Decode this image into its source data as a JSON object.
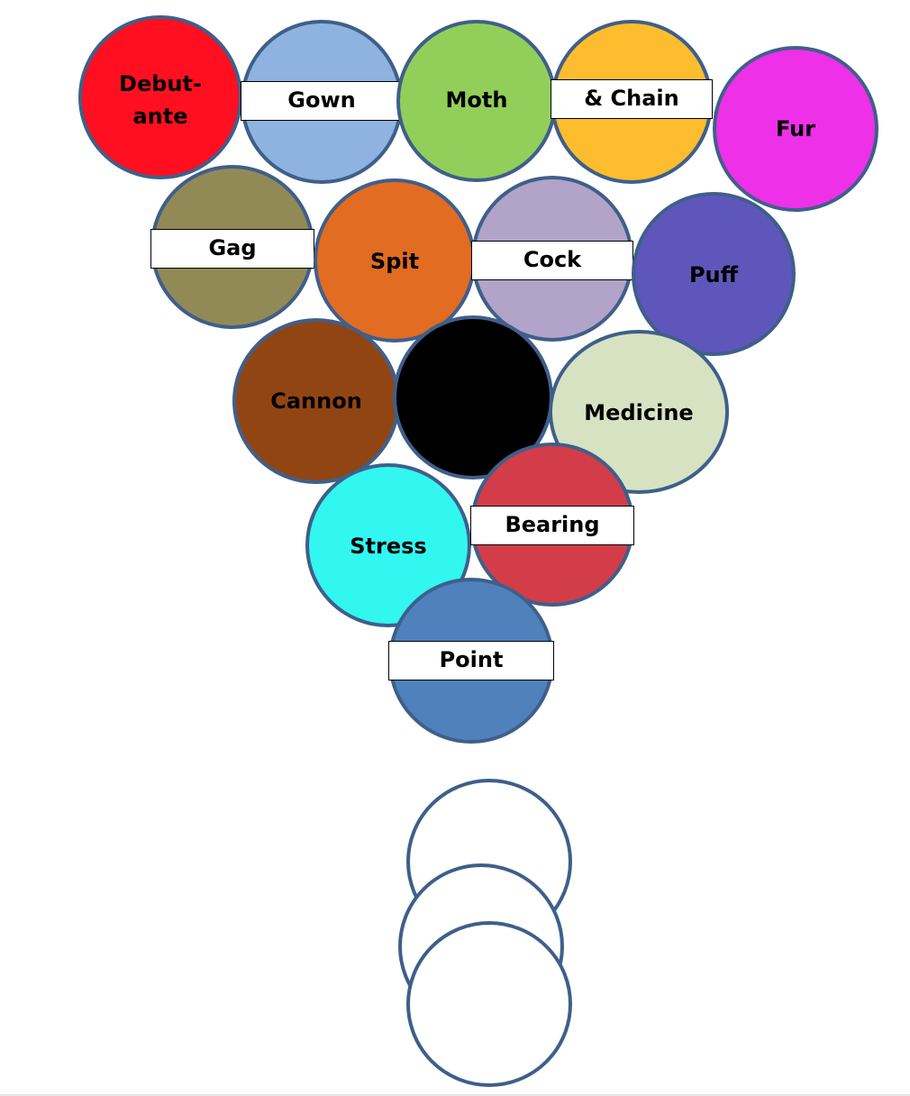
{
  "balls": [
    {
      "id": "debutante",
      "label": "Debut-\nante",
      "color": "#ff0f1f",
      "style": "plain"
    },
    {
      "id": "gown",
      "label": "Gown",
      "color": "#8eb3e0",
      "style": "band"
    },
    {
      "id": "moth",
      "label": "Moth",
      "color": "#92cf5a",
      "style": "plain"
    },
    {
      "id": "chain",
      "label": "& Chain",
      "color": "#fdbd2e",
      "style": "band"
    },
    {
      "id": "fur",
      "label": "Fur",
      "color": "#ee30e8",
      "style": "plain"
    },
    {
      "id": "gag",
      "label": "Gag",
      "color": "#928a56",
      "style": "band"
    },
    {
      "id": "spit",
      "label": "Spit",
      "color": "#e16c22",
      "style": "plain"
    },
    {
      "id": "cock",
      "label": "Cock",
      "color": "#b2a3c8",
      "style": "band"
    },
    {
      "id": "puff",
      "label": "Puff",
      "color": "#5f56bb",
      "style": "plain"
    },
    {
      "id": "cannon",
      "label": "Cannon",
      "color": "#914513",
      "style": "plain"
    },
    {
      "id": "eight",
      "label": "",
      "color": "#000000",
      "style": "plain"
    },
    {
      "id": "medicine",
      "label": "Medicine",
      "color": "#d7e2c2",
      "style": "plain"
    },
    {
      "id": "stress",
      "label": "Stress",
      "color": "#31f7f0",
      "style": "plain"
    },
    {
      "id": "bearing",
      "label": "Bearing",
      "color": "#d33d49",
      "style": "band"
    },
    {
      "id": "point",
      "label": "Point",
      "color": "#4f81bd",
      "style": "band"
    }
  ],
  "empty_balls": [
    {
      "id": "empty-1"
    },
    {
      "id": "empty-2"
    },
    {
      "id": "empty-3"
    }
  ]
}
